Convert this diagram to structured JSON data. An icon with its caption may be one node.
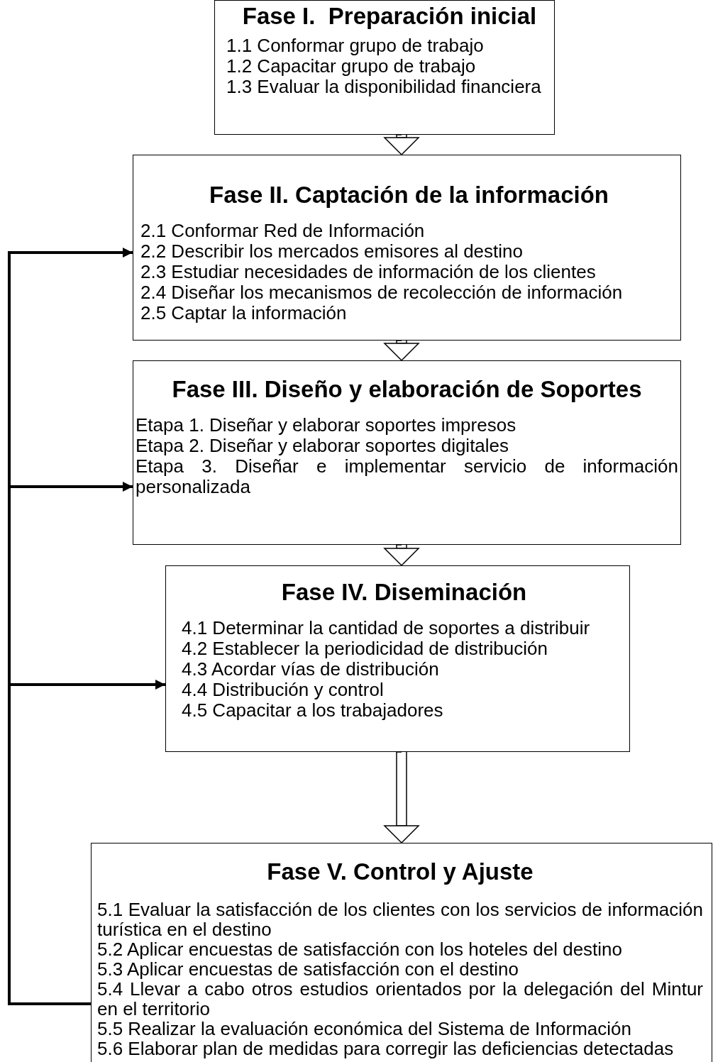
{
  "diagram": {
    "nodes": [
      {
        "text": [
          "Fase I.  Preparación inicial",
          "1.1 Conformar grupo de trabajo",
          "1.2 Capacitar grupo de trabajo",
          "1.3 Evaluar la disponibilidad financiera"
        ]
      },
      {
        "text": [
          "Fase II. Captación de la información",
          "2.1 Conformar Red de Información",
          "2.2 Describir los mercados emisores al destino",
          "2.3 Estudiar necesidades de información de los clientes",
          "2.4 Diseñar los mecanismos de recolección de información",
          "2.5 Captar la información"
        ]
      },
      {
        "text": [
          "Fase III. Diseño y elaboración de Soportes",
          "Etapa 1. Diseñar y elaborar soportes impresos",
          "Etapa 2. Diseñar y elaborar soportes digitales",
          "Etapa 3. Diseñar e implementar servicio de información personalizada"
        ]
      },
      {
        "text": [
          "Fase IV. Diseminación",
          "4.1 Determinar la cantidad de soportes a distribuir",
          "4.2 Establecer la periodicidad de distribución",
          "4.3 Acordar vías de distribución",
          "4.4 Distribución y control",
          "4.5 Capacitar a los trabajadores"
        ]
      },
      {
        "text": [
          "Fase V. Control y Ajuste",
          "5.1 Evaluar la satisfacción de los clientes con los servicios de información turística en el destino",
          "5.2 Aplicar encuestas de satisfacción con los hoteles del destino",
          "5.3 Aplicar encuestas de satisfacción con el destino",
          "5.4 Llevar a cabo otros estudios orientados por la delegación del Mintur en el territorio",
          "5.5 Realizar la evaluación económica del Sistema de Información",
          "5.6 Elaborar plan de medidas para corregir las deficiencias detectadas"
        ]
      }
    ],
    "edges": [
      {
        "from": 0,
        "to": 1,
        "arrow": "to"
      },
      {
        "from": 1,
        "to": 2,
        "arrow": "to"
      },
      {
        "from": 2,
        "to": 3,
        "arrow": "to"
      },
      {
        "from": 3,
        "to": 4,
        "arrow": "to"
      },
      {
        "from": 4,
        "to": 1,
        "arrow": "to",
        "style": "thick"
      },
      {
        "from": 4,
        "to": 2,
        "arrow": "to",
        "style": "thick"
      },
      {
        "from": 4,
        "to": 3,
        "arrow": "to",
        "style": "thick"
      }
    ]
  }
}
